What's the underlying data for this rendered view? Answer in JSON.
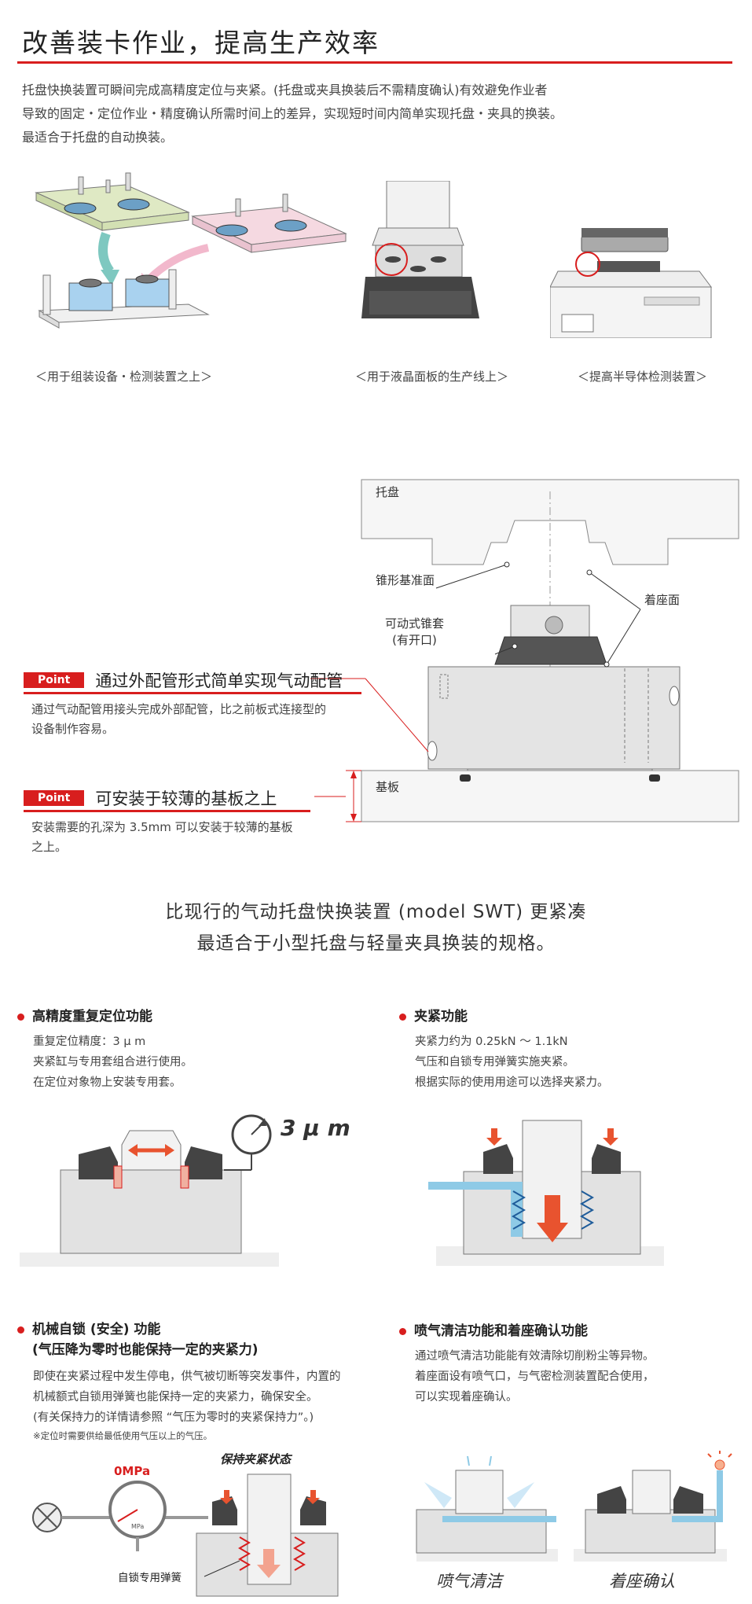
{
  "header": {
    "title": "改善装卡作业，提高生产效率",
    "intro_lines": [
      "托盘快换装置可瞬间完成高精度定位与夹紧。(托盘或夹具换装后不需精度确认)有效避免作业者",
      "导致的固定・定位作业・精度确认所需时间上的差异，实现短时间内简单实现托盘・夹具的换装。",
      "最适合于托盘的自动换装。"
    ]
  },
  "applications": [
    {
      "caption": "＜用于组装设备・检测装置之上＞"
    },
    {
      "caption": "＜用于液晶面板的生产线上＞"
    },
    {
      "caption": "＜提高半导体检测装置＞"
    }
  ],
  "diagram": {
    "pallet": "托盘",
    "taper_ref": "锥形基准面",
    "seat": "着座面",
    "sleeve_line1": "可动式锥套",
    "sleeve_line2": "(有开口)",
    "base": "基板"
  },
  "points": [
    {
      "badge": "Point",
      "title": "通过外配管形式简单实现气动配管",
      "desc_lines": [
        "通过气动配管用接头完成外部配管，比之前板式连接型的",
        "设备制作容易。"
      ]
    },
    {
      "badge": "Point",
      "title": "可安装于较薄的基板之上",
      "desc_lines": [
        "安装需要的孔深为 3.5mm 可以安装于较薄的基板",
        "之上。"
      ]
    }
  ],
  "tagline": {
    "line1": "比现行的气动托盘快换装置 (model SWT) 更紧凑",
    "line2": "最适合于小型托盘与轻量夹具换装的规格。"
  },
  "features": [
    {
      "title": "高精度重复定位功能",
      "lines": [
        "重复定位精度：3 μ m",
        "夹紧缸与专用套组合进行使用。",
        "在定位对象物上安装专用套。"
      ],
      "figure_label": "3 μ m"
    },
    {
      "title": "夹紧功能",
      "lines": [
        "夹紧力约为 0.25kN 〜 1.1kN",
        "气压和自锁专用弹簧实施夹紧。",
        "根据实际的使用用途可以选择夹紧力。"
      ]
    },
    {
      "title_line1": "机械自锁 (安全) 功能",
      "title_line2": "(气压降为零时也能保持一定的夹紧力)",
      "lines": [
        "即使在夹紧过程中发生停电，供气被切断等突发事件，内置的",
        "机械额式自锁用弹簧也能保持一定的夹紧力，确保安全。",
        "(有关保持力的详情请参照 “气压为零时的夹紧保持力”。)"
      ],
      "note": "※定位时需要供给最低使用气压以上的气压。",
      "gauge_label": "0MPa",
      "gauge_unit": "MPa",
      "state_label": "保持夹紧状态",
      "spring_label": "自锁专用弹簧"
    },
    {
      "title": "喷气清洁功能和着座确认功能",
      "lines": [
        "通过喷气清洁功能能有效清除切削粉尘等异物。",
        "着座面设有喷气口，与气密检测装置配合使用，",
        "可以实现着座确认。"
      ],
      "sub1": "喷气清洁",
      "sub2": "着座确认"
    }
  ],
  "colors": {
    "accent": "#d81e1e",
    "steel": "#e4e4e4",
    "dark": "#444444",
    "air": "#8ecae6",
    "green_plate": "#dfe9c4",
    "pink_plate": "#f5d9e1"
  }
}
